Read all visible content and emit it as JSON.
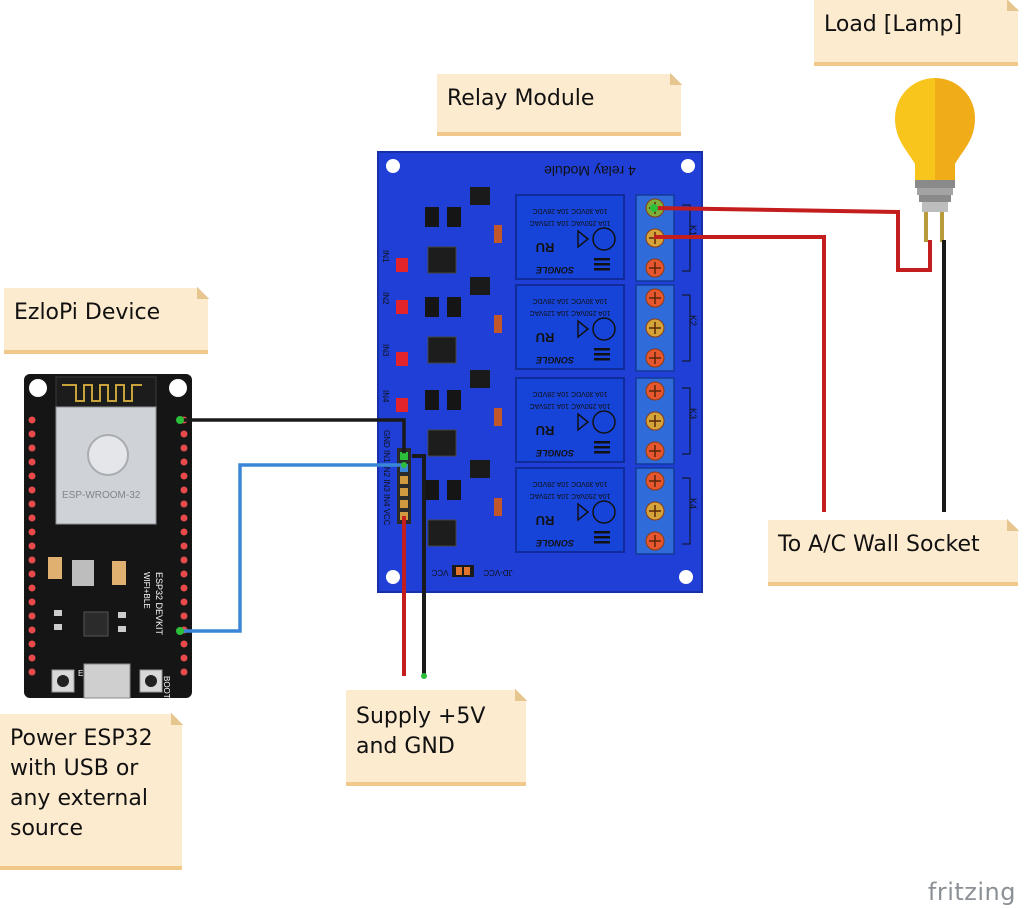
{
  "labels": {
    "load": "Load [Lamp]",
    "relay_module": "Relay Module",
    "ezlopi_device": "EzloPi Device",
    "power_esp32": "Power ESP32\nwith USB or\nany external\nsource",
    "supply": "Supply +5V\nand GND",
    "wall_socket": "To A/C Wall Socket"
  },
  "relay_board": {
    "title": "4 relay Module",
    "inputs": [
      "IN1",
      "IN2",
      "IN3",
      "IN4"
    ],
    "header_pins": "GND IN1 IN2 IN3 IN4 VCC",
    "jumper_labels": [
      "VCC",
      "JD-VCC"
    ],
    "relay_channels": [
      "K1",
      "K2",
      "K3",
      "K4"
    ],
    "relay_brand": "SONGLE",
    "relay_ratings": [
      "10A 250VAC 10A 125VAC",
      "10A 30VDC 10A 28VDC"
    ]
  },
  "esp32_board": {
    "module": "ESP-WROOM-32",
    "name": "ESP32 DEVKIT",
    "subtitle": "WIFI+BLE",
    "buttons": [
      "EN",
      "BOOT"
    ]
  },
  "brand": "fritzing",
  "colors": {
    "relay_board": "#1f3fd6",
    "esp_board": "#151515",
    "wire_black": "#1a1a1a",
    "wire_red": "#c41d1d",
    "wire_blue": "#3a86d6",
    "note_bg": "#fdebcf",
    "bulb_yellow": "#f8c51c"
  }
}
